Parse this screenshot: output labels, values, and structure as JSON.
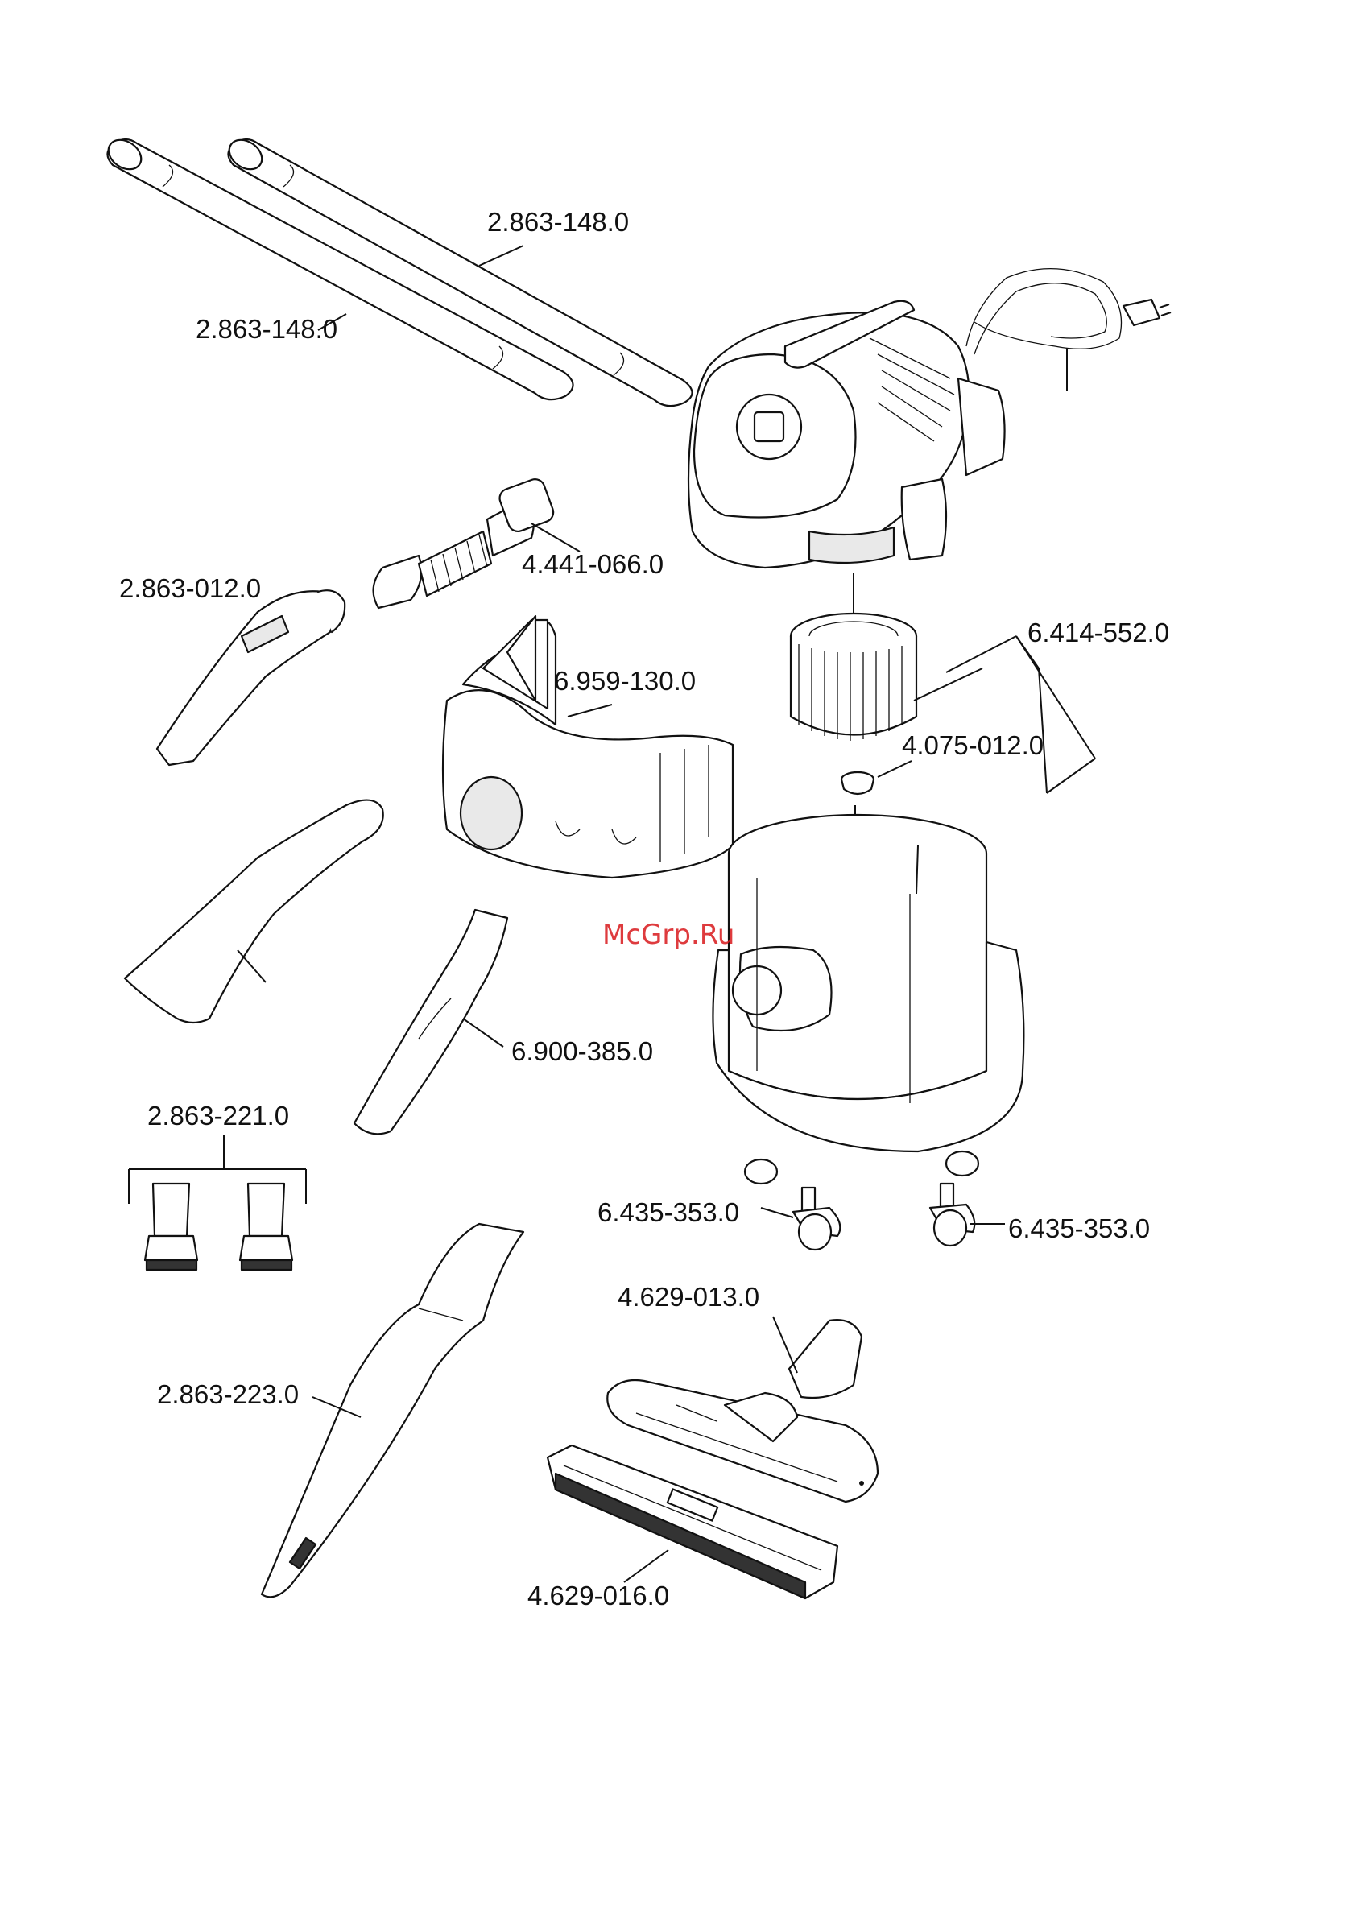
{
  "watermark": "McGrp.Ru",
  "parts": [
    {
      "id": "tube-upper",
      "number": "2.863-148.0"
    },
    {
      "id": "tube-lower",
      "number": "2.863-148.0"
    },
    {
      "id": "hose",
      "number": "4.441-066.0"
    },
    {
      "id": "elbow-handle",
      "number": "2.863-012.0"
    },
    {
      "id": "filter-cartridge",
      "number": "6.414-552.0"
    },
    {
      "id": "filter-bags",
      "number": "6.959-130.0"
    },
    {
      "id": "filter-cap",
      "number": "4.075-012.0"
    },
    {
      "id": "crevice-nozzle",
      "number": "6.900-385.0"
    },
    {
      "id": "brush-nozzles",
      "number": "2.863-221.0"
    },
    {
      "id": "castor-left",
      "number": "6.435-353.0"
    },
    {
      "id": "castor-right",
      "number": "6.435-353.0"
    },
    {
      "id": "floor-nozzle",
      "number": "4.629-013.0"
    },
    {
      "id": "long-crevice-nozzle",
      "number": "2.863-223.0"
    },
    {
      "id": "floor-insert",
      "number": "4.629-016.0"
    }
  ]
}
